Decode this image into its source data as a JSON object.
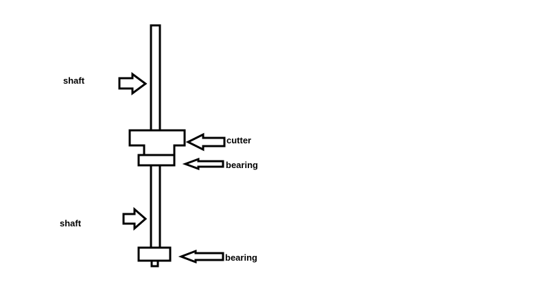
{
  "labels": {
    "shaft_upper": "shaft",
    "shaft_lower": "shaft",
    "cutter": "cutter",
    "bearing_upper": "bearing",
    "bearing_lower": "bearing"
  },
  "colors": {
    "stroke": "#000000",
    "fill": "#ffffff",
    "background": "#ffffff"
  }
}
